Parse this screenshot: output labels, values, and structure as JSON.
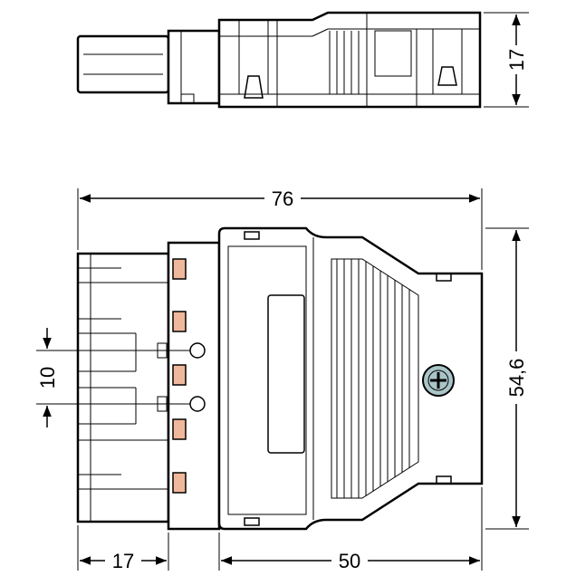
{
  "dimensions": {
    "top_height": "17",
    "overall_length": "76",
    "overall_width": "54,6",
    "pin_pitch": "10",
    "plug_length": "17",
    "body_length": "50"
  },
  "colors": {
    "line": "#000000",
    "contact_fill": "#f0b89a",
    "screw_fill": "#a9c5c8",
    "background": "#ffffff"
  },
  "icons": {
    "screw": "cross-screw-icon",
    "latch": "latch-icon"
  }
}
